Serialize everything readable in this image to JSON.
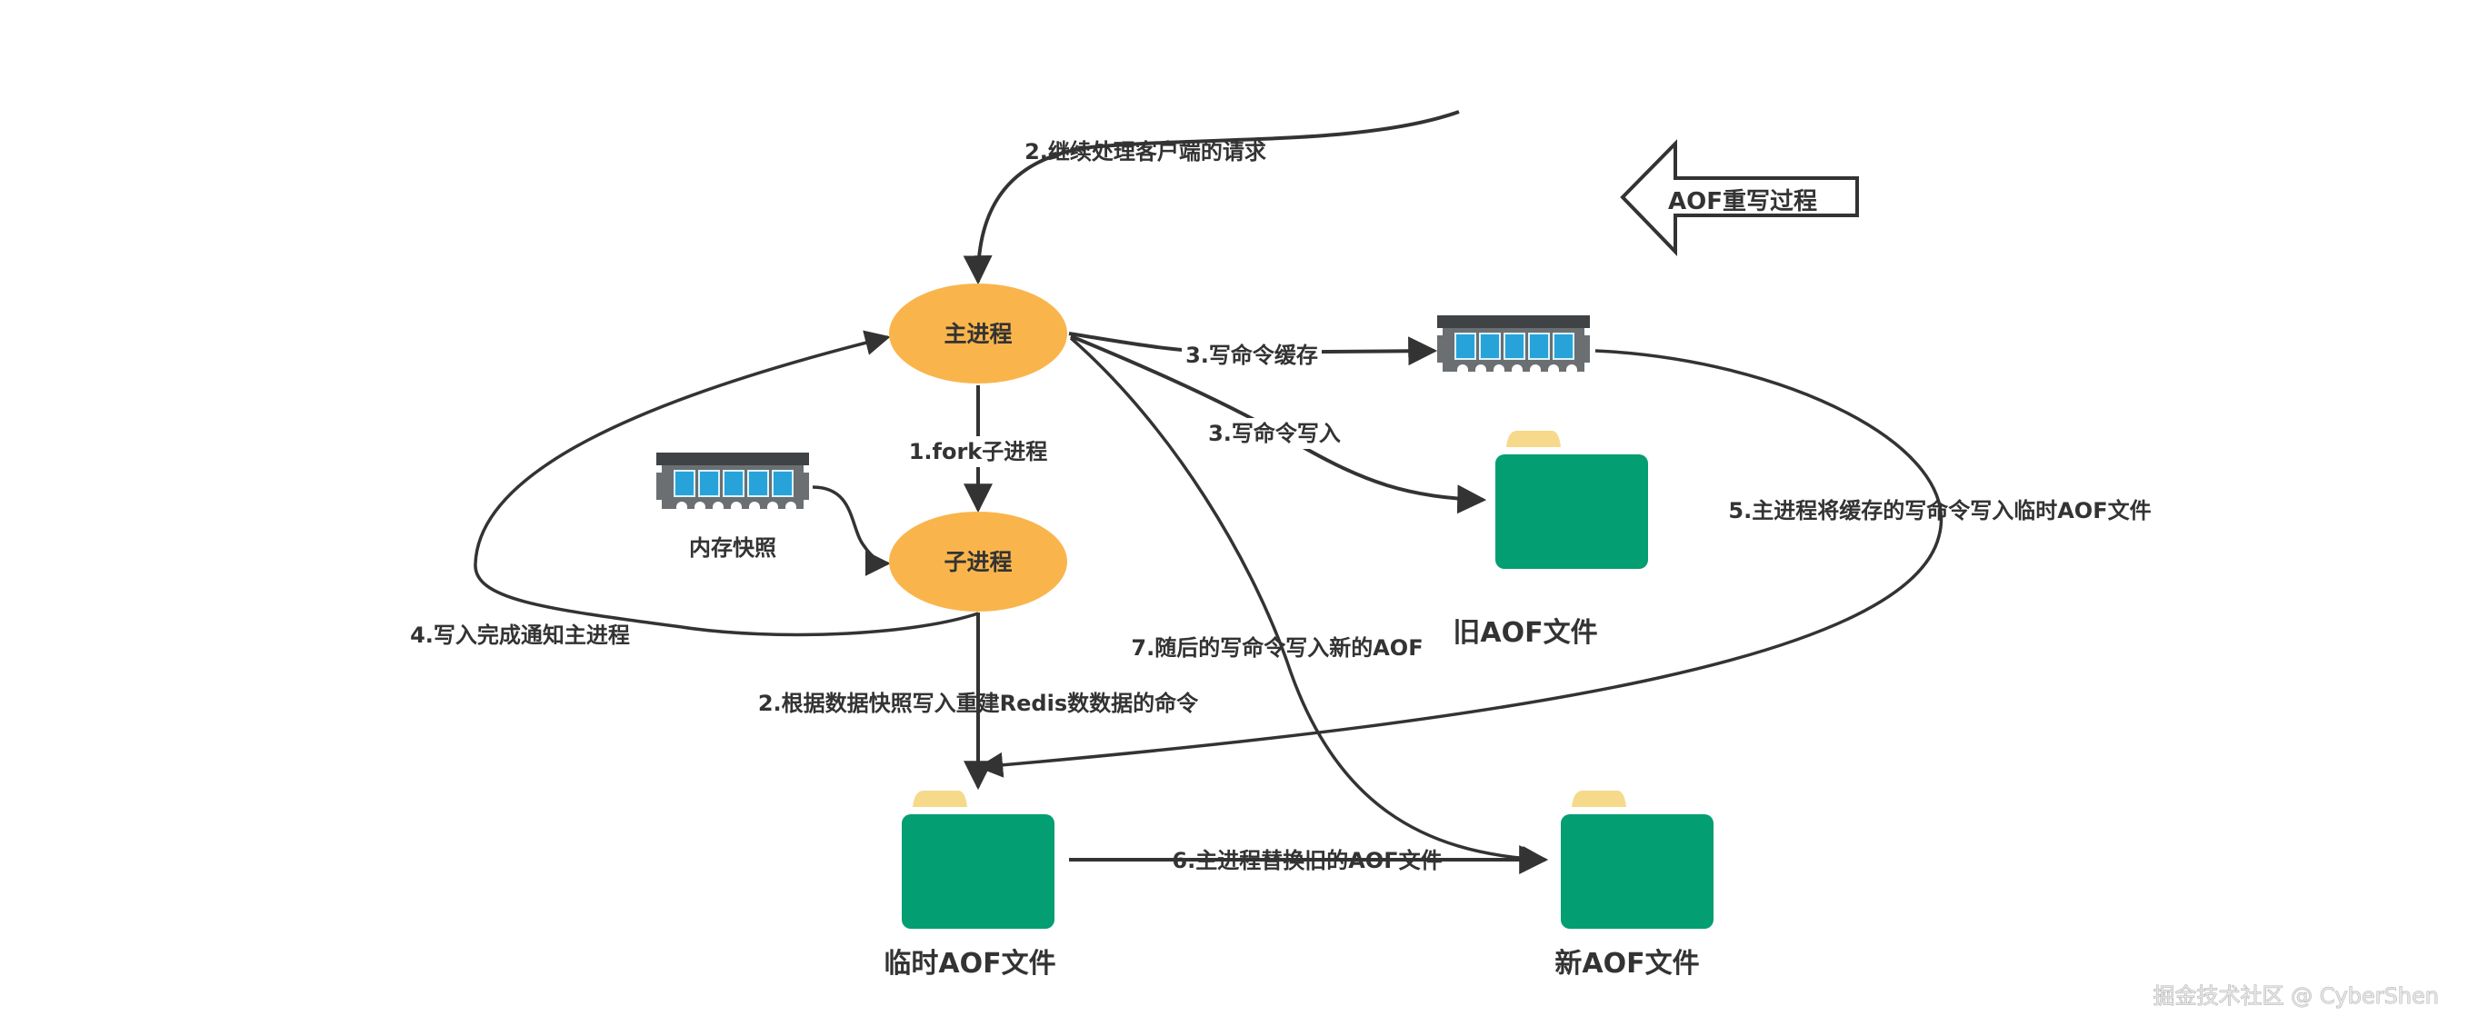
{
  "title": {
    "text": "AOF重写过程",
    "icon": "left-arrow-outline"
  },
  "nodes": {
    "main_process": {
      "label": "主进程",
      "color": "#F9B54C"
    },
    "child_process": {
      "label": "子进程",
      "color": "#F9B54C"
    },
    "memory_snapshot": {
      "label": "内存快照",
      "icon": "memory-stick-icon"
    },
    "command_buffer": {
      "label": "",
      "icon": "memory-stick-icon"
    },
    "old_aof": {
      "label": "旧AOF文件",
      "icon": "folder-icon"
    },
    "temp_aof": {
      "label": "临时AOF文件",
      "icon": "folder-icon"
    },
    "new_aof": {
      "label": "新AOF文件",
      "icon": "folder-icon"
    }
  },
  "edges": {
    "fork": "1.fork子进程",
    "continue_requests": "2.继续处理客户端的请求",
    "rebuild_commands": "2.根据数据快照写入重建Redis数数据的命令",
    "write_buffer": "3.写命令缓存",
    "write_old": "3.写命令写入",
    "notify_main": "4.写入完成通知主进程",
    "flush_buffer": "5.主进程将缓存的写命令写入临时AOF文件",
    "replace_old": "6.主进程替换旧的AOF文件",
    "write_new": "7.随后的写命令写入新的AOF"
  },
  "colors": {
    "process": "#F9B54C",
    "file_body": "#039E72",
    "file_tab": "#F6D98A",
    "line": "#333333",
    "memory_body": "#6B6F72",
    "memory_top": "#3F4345",
    "memory_chip": "#27A3DA"
  },
  "watermark": "掘金技术社区 @ CyberShen"
}
